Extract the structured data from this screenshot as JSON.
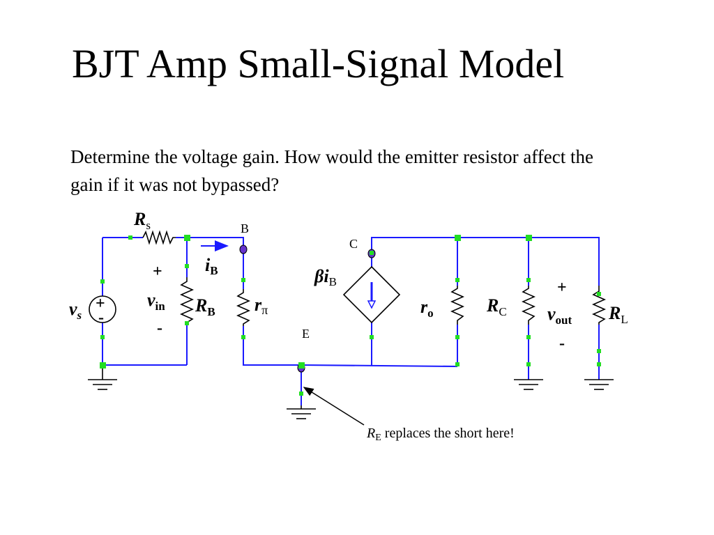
{
  "slide": {
    "title": "BJT Amp Small-Signal Model",
    "body": "Determine the voltage gain.  How would the emitter resistor affect the gain if it was not bypassed?"
  },
  "circuit": {
    "labels": {
      "rs_main": "R",
      "rs_sub": "s",
      "node_b": "B",
      "node_c": "C",
      "node_e": "E",
      "ib_main": "i",
      "ib_sub": "B",
      "beta_symbol": "β",
      "beta_i": "i",
      "beta_sub": "B",
      "vin_plus": "+",
      "vin_main": "v",
      "vin_sub": "in",
      "vin_minus": "-",
      "vs_main": "v",
      "vs_sub": "s",
      "src_plus": "+",
      "src_minus": "-",
      "rb_main": "R",
      "rb_sub": "B",
      "rpi_main": "r",
      "rpi_sub": "π",
      "ro_main": "r",
      "ro_sub": "o",
      "rc_main": "R",
      "rc_sub": "C",
      "vout_plus": "+",
      "vout_main": "v",
      "vout_sub": "out",
      "vout_minus": "-",
      "rl_main": "R",
      "rl_sub": "L",
      "note_main": "R",
      "note_sub": "E",
      "note_rest": " replaces the short here!"
    },
    "colors": {
      "wire": "#1a1aff",
      "pin": "#22dd22",
      "node": "#6633cc",
      "current_arrow": "#1a1aff"
    }
  }
}
